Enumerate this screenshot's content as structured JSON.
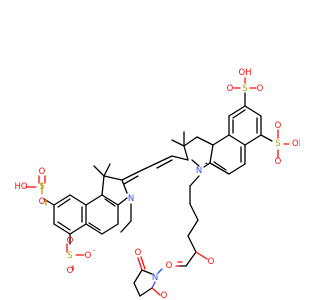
{
  "colors": {
    "bond": "#000000",
    "oxygen": "#ff0d0d",
    "sulfur": "#b3a300",
    "nitrogen": "#3050f8"
  },
  "atoms": {
    "s_left_top": "S",
    "o_left_top_up": "O",
    "o_left_top_down": "O",
    "ho_left_top": "HO",
    "s_left_bottom": "S",
    "o_left_bottom_up": "O",
    "o_left_bottom_down": "O",
    "o_left_bottom_right": "O",
    "charge_minus": "-",
    "n_left": "N",
    "n_right": "N",
    "charge_plus": "+",
    "s_right_top": "S",
    "o_right_top_left": "O",
    "o_right_top_right": "O",
    "oh_right_top": "OH",
    "s_right_mid": "S",
    "o_right_mid_up": "O",
    "o_right_mid_down": "O",
    "oh_right_mid": "OH",
    "o_ester_carbonyl": "O",
    "o_ester": "O",
    "n_succinimide": "N",
    "o_succ_top": "O",
    "o_succ_bottom": "O"
  }
}
